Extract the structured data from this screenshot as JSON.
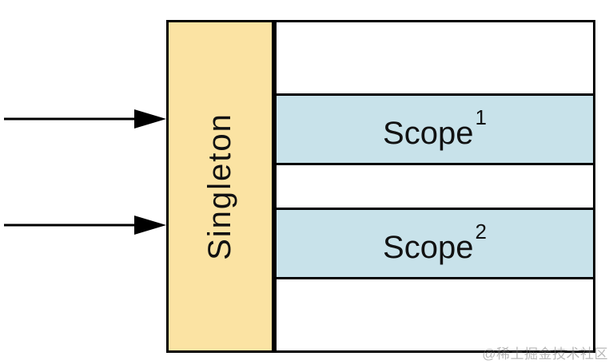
{
  "diagram": {
    "singleton": {
      "label": "Singleton"
    },
    "scopes": [
      {
        "label": "Scope",
        "superscript": "1"
      },
      {
        "label": "Scope",
        "superscript": "2"
      }
    ],
    "arrows": [
      {
        "name": "incoming-arrow-1"
      },
      {
        "name": "incoming-arrow-2"
      }
    ]
  },
  "watermark": {
    "text": "@稀土掘金技术社区"
  },
  "colors": {
    "singleton_fill": "#FBE3A3",
    "scope_fill": "#C8E2EA",
    "stroke": "#000000",
    "watermark_text": "#7D7D7D"
  }
}
